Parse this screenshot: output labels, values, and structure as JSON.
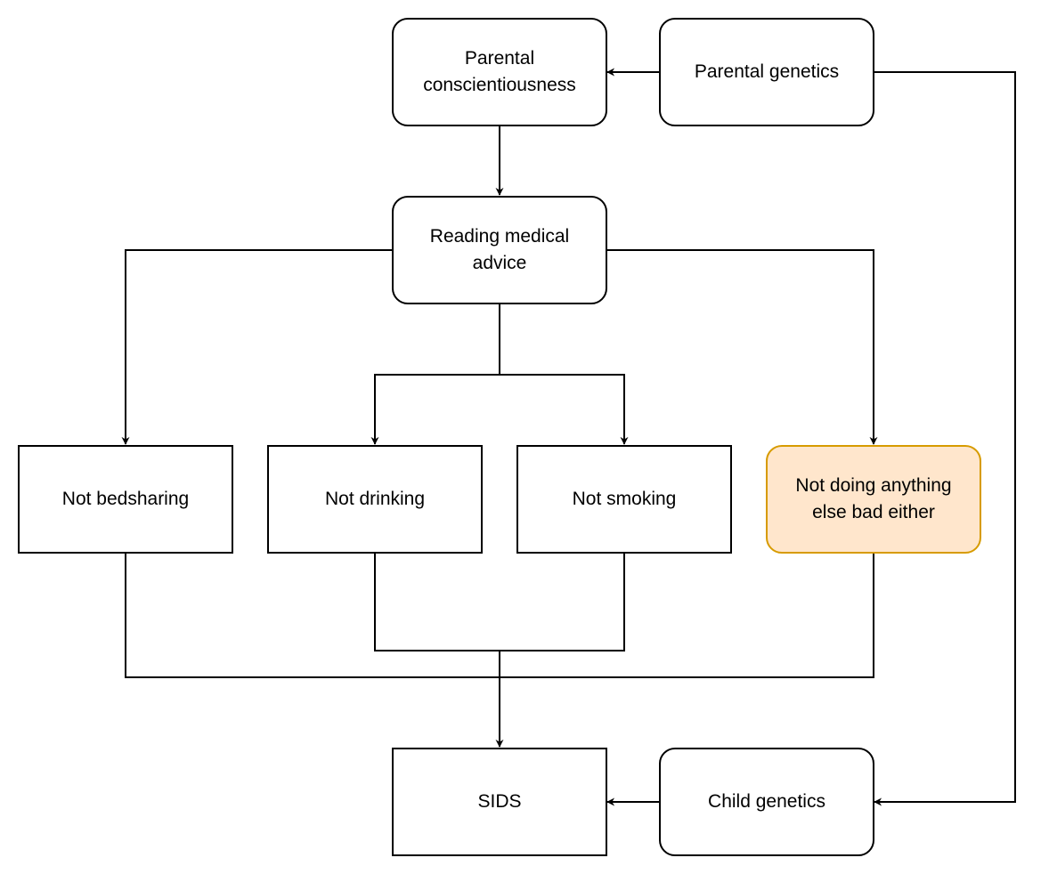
{
  "nodes": {
    "parental_conscientiousness": "Parental conscientiousness",
    "parental_genetics": "Parental genetics",
    "reading_medical_advice": "Reading medical advice",
    "not_bedsharing": "Not bedsharing",
    "not_drinking": "Not drinking",
    "not_smoking": "Not smoking",
    "not_doing_anything_else": "Not doing anything else bad either",
    "sids": "SIDS",
    "child_genetics": "Child genetics"
  },
  "edges": [
    {
      "from": "parental_genetics",
      "to": "parental_conscientiousness"
    },
    {
      "from": "parental_genetics",
      "to": "child_genetics"
    },
    {
      "from": "parental_conscientiousness",
      "to": "reading_medical_advice"
    },
    {
      "from": "reading_medical_advice",
      "to": "not_bedsharing"
    },
    {
      "from": "reading_medical_advice",
      "to": "not_drinking"
    },
    {
      "from": "reading_medical_advice",
      "to": "not_smoking"
    },
    {
      "from": "reading_medical_advice",
      "to": "not_doing_anything_else"
    },
    {
      "from": "not_bedsharing",
      "to": "sids"
    },
    {
      "from": "not_drinking",
      "to": "sids"
    },
    {
      "from": "not_smoking",
      "to": "sids"
    },
    {
      "from": "not_doing_anything_else",
      "to": "sids"
    },
    {
      "from": "child_genetics",
      "to": "sids"
    }
  ],
  "colors": {
    "stroke": "#000000",
    "highlight_fill": "#ffe6cc",
    "highlight_stroke": "#d79b00"
  }
}
